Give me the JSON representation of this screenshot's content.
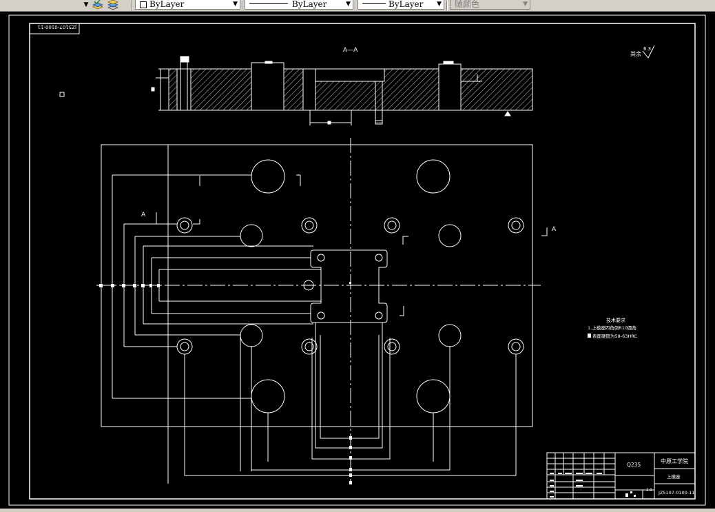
{
  "toolbar": {
    "lineweight_combo": {
      "value": "ByLayer"
    },
    "linetype_combo": {
      "value": "ByLayer"
    },
    "lineweight2_combo": {
      "value": "ByLayer"
    },
    "plotstyle_combo": {
      "value": "随颜色"
    }
  },
  "drawing": {
    "title_block_code_mirrored": "JZ5107-0100-11",
    "section_label": "A—A",
    "roughness_note": "其余",
    "roughness_value": "6.3",
    "section_mark_left": "A",
    "section_mark_right": "A",
    "tech_requirements": {
      "title": "技术要求",
      "line1": "1.上模座四角倒R10圆角",
      "line2": "表面硬度为58-63HRC"
    },
    "title_block": {
      "material": "Q235",
      "school": "中原工学院",
      "part_name": "上模座",
      "scale": "1:1",
      "drawing_number": "JZ5107-0100-11"
    }
  },
  "colors": {
    "canvas_bg": "#000000",
    "linework": "#ffffff",
    "toolbar_bg": "#d4d0c8"
  }
}
